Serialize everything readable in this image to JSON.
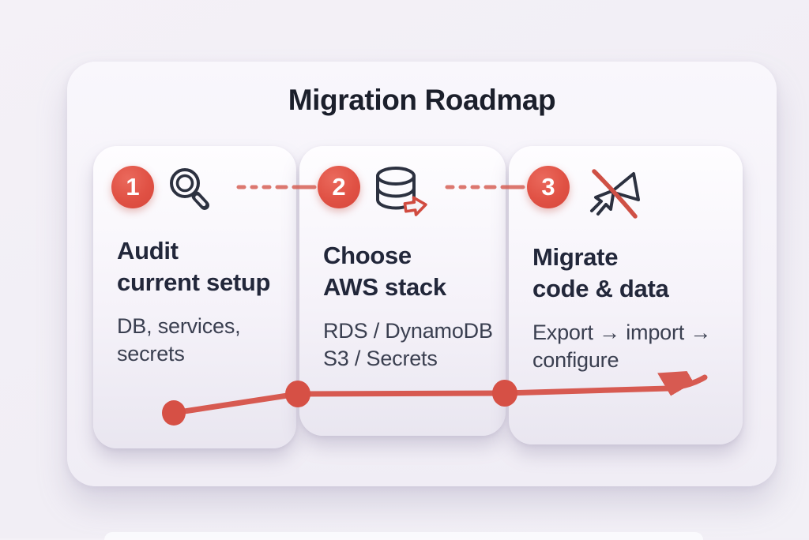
{
  "page": {
    "title": "Migration Roadmap"
  },
  "colors": {
    "accent_red": "#d65045",
    "badge_red": "#e05144",
    "ink_dark": "#22273a",
    "ink_body": "#3a3f50",
    "card_bg": "#f5f2f9"
  },
  "steps": [
    {
      "number": "1",
      "icon": "magnifier-icon",
      "title": "Audit\ncurrent setup",
      "subtitle": "DB, services,\nsecrets"
    },
    {
      "number": "2",
      "icon": "database-export-icon",
      "title": "Choose\nAWS stack",
      "subtitle": "RDS / DynamoDB\nS3 / Secrets"
    },
    {
      "number": "3",
      "icon": "migrate-arrows-icon",
      "title": "Migrate\ncode & data",
      "subtitle": "Export → import →\nconfigure"
    }
  ]
}
